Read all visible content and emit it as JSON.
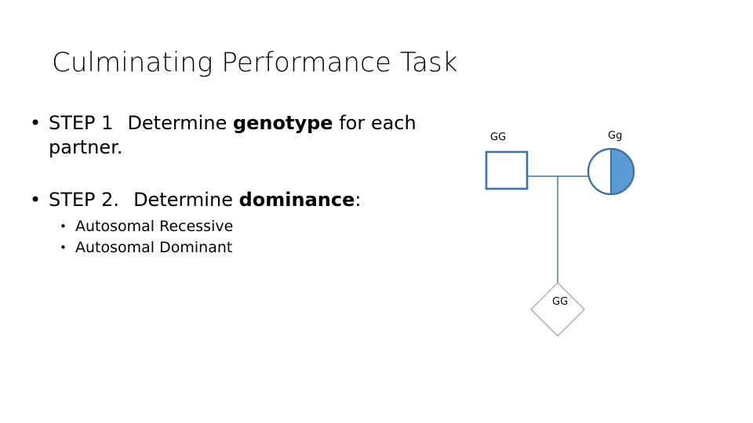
{
  "slide": {
    "title": "Culminating Performance Task",
    "background_color": "#ffffff",
    "text_color": "#000000"
  },
  "body": {
    "bullets": [
      {
        "marker": "•",
        "level": 1,
        "segments": [
          {
            "text": "STEP 1",
            "bold": false
          },
          {
            "text": "Determine ",
            "bold": false
          },
          {
            "text": "genotype",
            "bold": true
          },
          {
            "text": " for each partner.",
            "bold": false
          }
        ],
        "plain_text": "STEP 1    Determine genotype for each partner."
      },
      {
        "marker": "•",
        "level": 1,
        "segments": [
          {
            "text": "STEP 2.",
            "bold": false
          },
          {
            "text": "Determine ",
            "bold": false
          },
          {
            "text": "dominance",
            "bold": true
          },
          {
            "text": ":",
            "bold": false
          }
        ],
        "plain_text": "STEP 2.   Determine dominance:"
      }
    ],
    "step1_lead": "STEP 1",
    "step1_rest_pre": "Determine ",
    "step1_bold": "genotype",
    "step1_rest_post": " for each partner.",
    "step2_lead": "STEP 2.",
    "step2_rest_pre": "Determine ",
    "step2_bold": "dominance",
    "step2_rest_post": ":",
    "sub_bullets": [
      {
        "marker": "•",
        "label": "Autosomal Recessive"
      },
      {
        "marker": "•",
        "label": "Autosomal Dominant"
      }
    ]
  },
  "pedigree": {
    "stroke_color": "#41719C",
    "fill_color": "#5B9BD5",
    "shape_fill": "#ffffff",
    "child_stroke_color": "#A6A6A6",
    "father": {
      "shape": "square",
      "sex": "male",
      "genotype": "GG",
      "affected": false,
      "fill": "none"
    },
    "mother": {
      "shape": "circle",
      "sex": "female",
      "genotype": "Gg",
      "affected": "half",
      "fill": "right-half"
    },
    "child": {
      "shape": "diamond",
      "sex": "unknown",
      "genotype": "GG",
      "affected": false,
      "fill": "none"
    },
    "connections": [
      {
        "type": "mating-line",
        "from": "father",
        "to": "mother"
      },
      {
        "type": "descent-line",
        "from": "mating-line",
        "to": "child"
      }
    ]
  }
}
